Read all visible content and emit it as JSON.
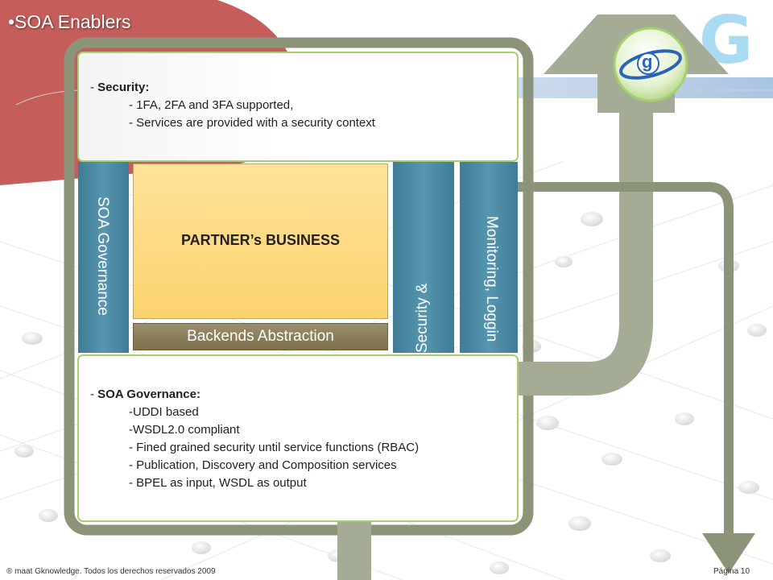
{
  "slide": {
    "title": "•SOA Enablers",
    "logo_letter": "G",
    "logo_badge_letter": "g"
  },
  "columns": {
    "left": "SOA Governance",
    "security": "Security &",
    "monitoring": "Monitoring, Loggin"
  },
  "center": {
    "partner": "PARTNER’s BUSINESS",
    "backends": "Backends Abstraction"
  },
  "security_panel": {
    "heading_prefix": "- ",
    "heading": "Security:",
    "items": [
      "- 1FA, 2FA and 3FA supported,",
      "- Services are provided with a security context"
    ]
  },
  "governance_panel": {
    "heading_prefix": "- ",
    "heading": "SOA Governance:",
    "items": [
      "-UDDI based",
      "-WSDL2.0 compliant",
      "- Fined grained security until service functions (RBAC)",
      "- Publication, Discovery and Composition services",
      "- BPEL as input, WSDL as output"
    ]
  },
  "footer": {
    "copyright": "® maat Gknowledge. Todos los derechos reservados 2009",
    "page": "Página 10"
  },
  "colors": {
    "title_blob": "#c0504d",
    "track": "#8b9379",
    "column_blue": "#4d8aa4",
    "partner_yellow": "#fcd26e",
    "panel_border": "#a7cf6e"
  }
}
